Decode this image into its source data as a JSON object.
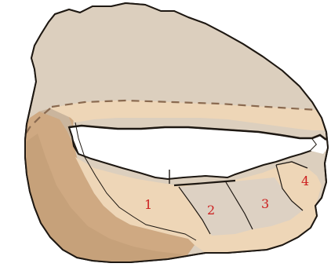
{
  "diagram": {
    "section_labels": [
      "1",
      "2",
      "3",
      "4"
    ],
    "colors": {
      "rock_top": "#dccfbe",
      "rock_front": "#eed6b7",
      "rock_side": "#cfa982",
      "rock_side_shadow": "#bf9a74",
      "rock_inner_shade": "#c8baa8",
      "ledge_base": "#ddd1c3",
      "gap_white": "#ffffff",
      "outline": "#1e1812",
      "dash": "#8a6a50",
      "label_red": "#cc1e1e"
    }
  }
}
